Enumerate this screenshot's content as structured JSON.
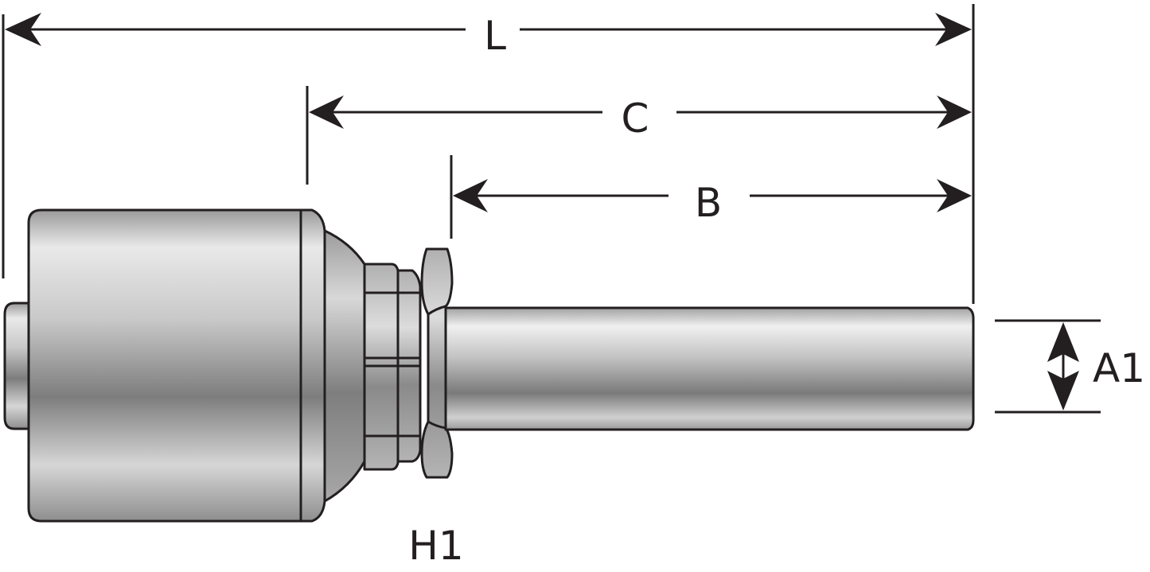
{
  "dimensions": {
    "L": "L",
    "C": "C",
    "B": "B",
    "A1": "A1",
    "H1": "H1"
  },
  "colors": {
    "outline": "#231f20",
    "metal_light": "#f2f2f2",
    "metal_mid": "#c8c8c8",
    "metal_dark": "#8c8c8c",
    "background": "#ffffff"
  }
}
